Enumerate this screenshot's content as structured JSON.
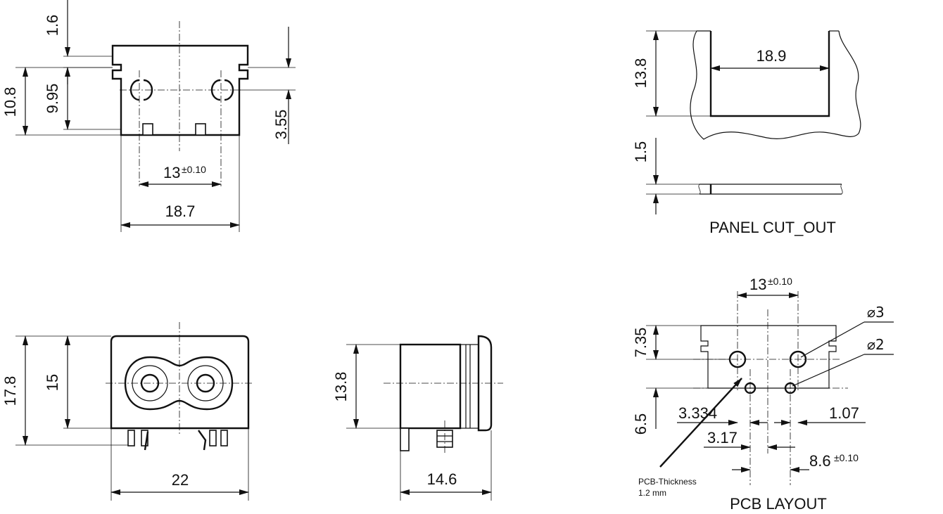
{
  "top_left": {
    "dim_1_6": "1.6",
    "dim_10_8": "10.8",
    "dim_9_95": "9.95",
    "dim_3_55": "3.55",
    "dim_13": "13",
    "dim_13_tol": "±0.10",
    "dim_18_7": "18.7"
  },
  "panel_cutout": {
    "dim_13_8": "13.8",
    "dim_18_9": "18.9",
    "dim_1_5": "1.5",
    "title": "PANEL CUT_OUT"
  },
  "front_view": {
    "dim_17_8": "17.8",
    "dim_15": "15",
    "dim_22": "22"
  },
  "side_view": {
    "dim_13_8": "13.8",
    "dim_14_6": "14.6"
  },
  "pcb_layout": {
    "dim_13": "13",
    "dim_13_tol": "±0.10",
    "dim_7_35": "7.35",
    "dim_6_5": "6.5",
    "hole_d3": "⌀3",
    "hole_d2": "⌀2",
    "dim_3_334": "3.334",
    "dim_1_07": "1.07",
    "dim_3_17": "3.17",
    "dim_8_6": "8.6",
    "dim_8_6_tol": "±0.10",
    "pcb_thickness_label": "PCB-Thickness",
    "pcb_thickness_value": "1.2 mm",
    "title": "PCB LAYOUT"
  }
}
